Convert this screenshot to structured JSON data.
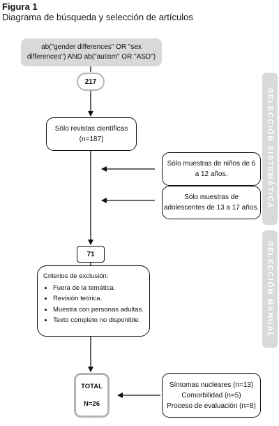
{
  "figure": {
    "label": "Figura 1",
    "title": "Diagrama de búsqueda y selección de artículos"
  },
  "nodes": {
    "query_line1": "ab(\"gender differences\" OR \"sex",
    "query_line2": "differences\") AND ab(\"autism\" OR \"ASD\")",
    "count_initial": "217",
    "journals_line1": "Sólo revistas científicas",
    "journals_line2": "(n=187)",
    "children_line1": "Sólo muestras de niños de 6",
    "children_line2": "a 12 años.",
    "adolescents_line1": "Sólo muestras de",
    "adolescents_line2": "adolescentes de 13 a 17 años.",
    "count_manual": "71",
    "exclusion_title": "Criterios de exclusión:",
    "exclusion_items": [
      "Fuera de la temática.",
      "Revisión teórica.",
      "Muestra con personas adultas.",
      "Texto completo no disponible."
    ],
    "total_label": "TOTAL",
    "total_value": "N=26",
    "results_items": [
      "Síntomas nucleares (n=13)",
      "Comorbilidad (n=5)",
      "Proceso de evaluación (n=8)"
    ]
  },
  "side_labels": {
    "systematic": "SELECCIÓN SISTEMÁTICA",
    "manual": "SELECCIÓN MANUAL"
  },
  "colors": {
    "line": "#111111",
    "gray_fill": "#d9d9d9",
    "gray_border": "#b3b3b3",
    "side_text": "#ffffff"
  }
}
